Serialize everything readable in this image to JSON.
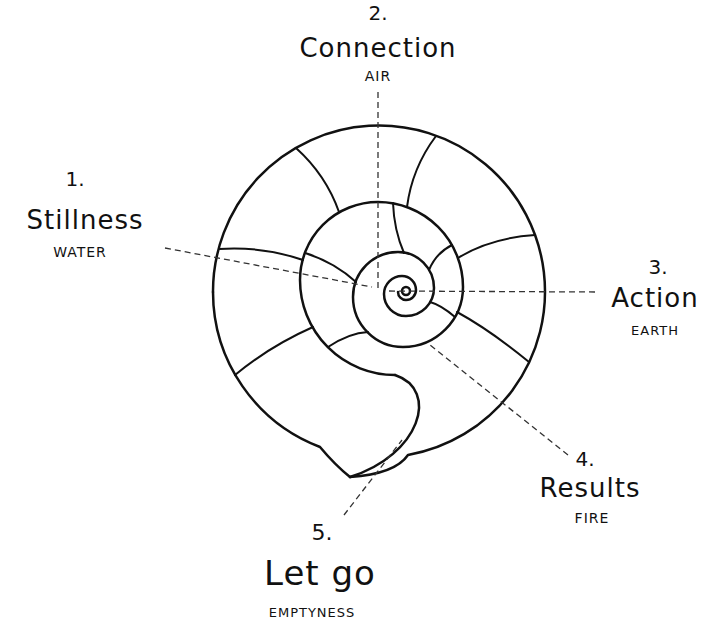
{
  "diagram": {
    "labels": [
      "1.",
      "Stillness",
      "WATER",
      "2.",
      "Connection",
      "AIR",
      "3.",
      "Action",
      "EARTH",
      "4.",
      "Results",
      "FIRE",
      "5.",
      "Let go",
      "EMPTYNESS"
    ]
  }
}
